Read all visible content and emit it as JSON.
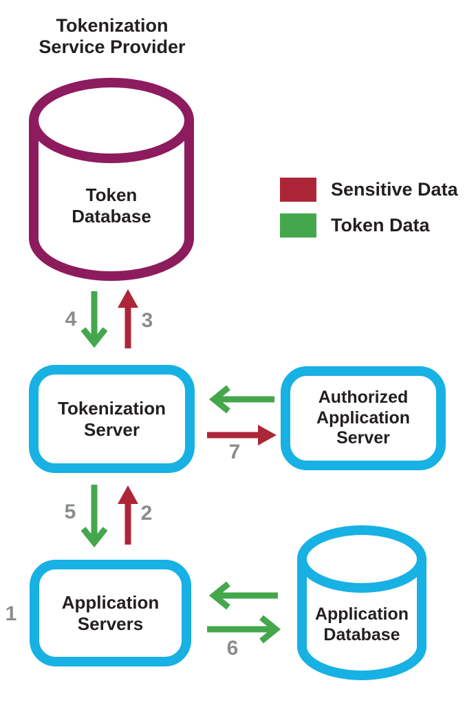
{
  "title": "Tokenization\nService Provider",
  "colors": {
    "sensitive_data_red": "#ad2638",
    "token_data_green": "#45a74c",
    "server_border_cyan": "#17b1e3",
    "database_border_magenta": "#8d1c5e",
    "step_number_gray": "#8a8d8e",
    "label_text": "#231f20",
    "background": "#ffffff"
  },
  "legend": {
    "items": [
      {
        "label": "Sensitive Data",
        "color": "#ad2638"
      },
      {
        "label": "Token Data",
        "color": "#45a74c"
      }
    ]
  },
  "nodes": {
    "token_database": {
      "label": "Token\nDatabase",
      "shape": "cylinder",
      "border_color": "#8d1c5e"
    },
    "tokenization_server": {
      "label": "Tokenization\nServer",
      "shape": "rounded-rect",
      "border_color": "#17b1e3"
    },
    "authorized_application_server": {
      "label": "Authorized\nApplication\nServer",
      "shape": "rounded-rect",
      "border_color": "#17b1e3"
    },
    "application_servers": {
      "label": "Application\nServers",
      "shape": "rounded-rect",
      "border_color": "#17b1e3"
    },
    "application_database": {
      "label": "Application\nDatabase",
      "shape": "cylinder",
      "border_color": "#17b1e3"
    }
  },
  "steps": {
    "n1": "1",
    "n2": "2",
    "n3": "3",
    "n4": "4",
    "n5": "5",
    "n6": "6",
    "n7": "7"
  },
  "arrows": [
    {
      "number": "4",
      "color": "green",
      "direction": "down",
      "from": "token_database",
      "to": "tokenization_server"
    },
    {
      "number": "3",
      "color": "red",
      "direction": "up",
      "from": "tokenization_server",
      "to": "token_database"
    },
    {
      "number": "",
      "color": "green",
      "direction": "left",
      "from": "authorized_application_server",
      "to": "tokenization_server"
    },
    {
      "number": "7",
      "color": "red",
      "direction": "right",
      "from": "tokenization_server",
      "to": "authorized_application_server"
    },
    {
      "number": "5",
      "color": "green",
      "direction": "down",
      "from": "tokenization_server",
      "to": "application_servers"
    },
    {
      "number": "2",
      "color": "red",
      "direction": "up",
      "from": "application_servers",
      "to": "tokenization_server"
    },
    {
      "number": "",
      "color": "green",
      "direction": "left",
      "from": "application_database",
      "to": "application_servers"
    },
    {
      "number": "6",
      "color": "green",
      "direction": "right",
      "from": "application_servers",
      "to": "application_database"
    },
    {
      "number": "1",
      "color": "none",
      "direction": "none",
      "from": "",
      "to": "application_servers"
    }
  ]
}
